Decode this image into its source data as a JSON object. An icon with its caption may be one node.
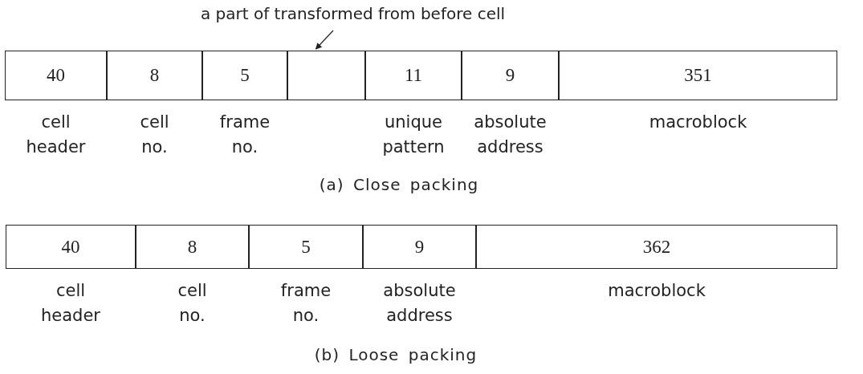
{
  "diagram": {
    "nodes": [
      {
        "text": [
          "a part of transformed from before cell"
        ]
      },
      {
        "text": [
          "40"
        ],
        "beside": [
          "cell header"
        ]
      },
      {
        "text": [
          "8"
        ],
        "beside": [
          "cell no."
        ]
      },
      {
        "text": [
          "5"
        ],
        "beside": [
          "frame no."
        ]
      },
      {
        "text": [],
        "shape": "box"
      },
      {
        "text": [
          "11"
        ],
        "beside": [
          "unique pattern"
        ]
      },
      {
        "text": [
          "9"
        ],
        "beside": [
          "absolute address"
        ]
      },
      {
        "text": [
          "351"
        ],
        "beside": [
          "macroblock"
        ]
      },
      {
        "text": [
          "40"
        ],
        "beside": [
          "cell header"
        ]
      },
      {
        "text": [
          "8"
        ],
        "beside": [
          "cell no."
        ]
      },
      {
        "text": [
          "5"
        ],
        "beside": [
          "frame no."
        ]
      },
      {
        "text": [
          "9"
        ],
        "beside": [
          "absolute address"
        ]
      },
      {
        "text": [
          "362"
        ],
        "beside": [
          "macroblock"
        ]
      }
    ],
    "edges": [
      {
        "from": 0,
        "to": 4,
        "arrow": "to"
      }
    ],
    "labels": [
      "(a) Close packing",
      "(b) Loose packing"
    ]
  }
}
